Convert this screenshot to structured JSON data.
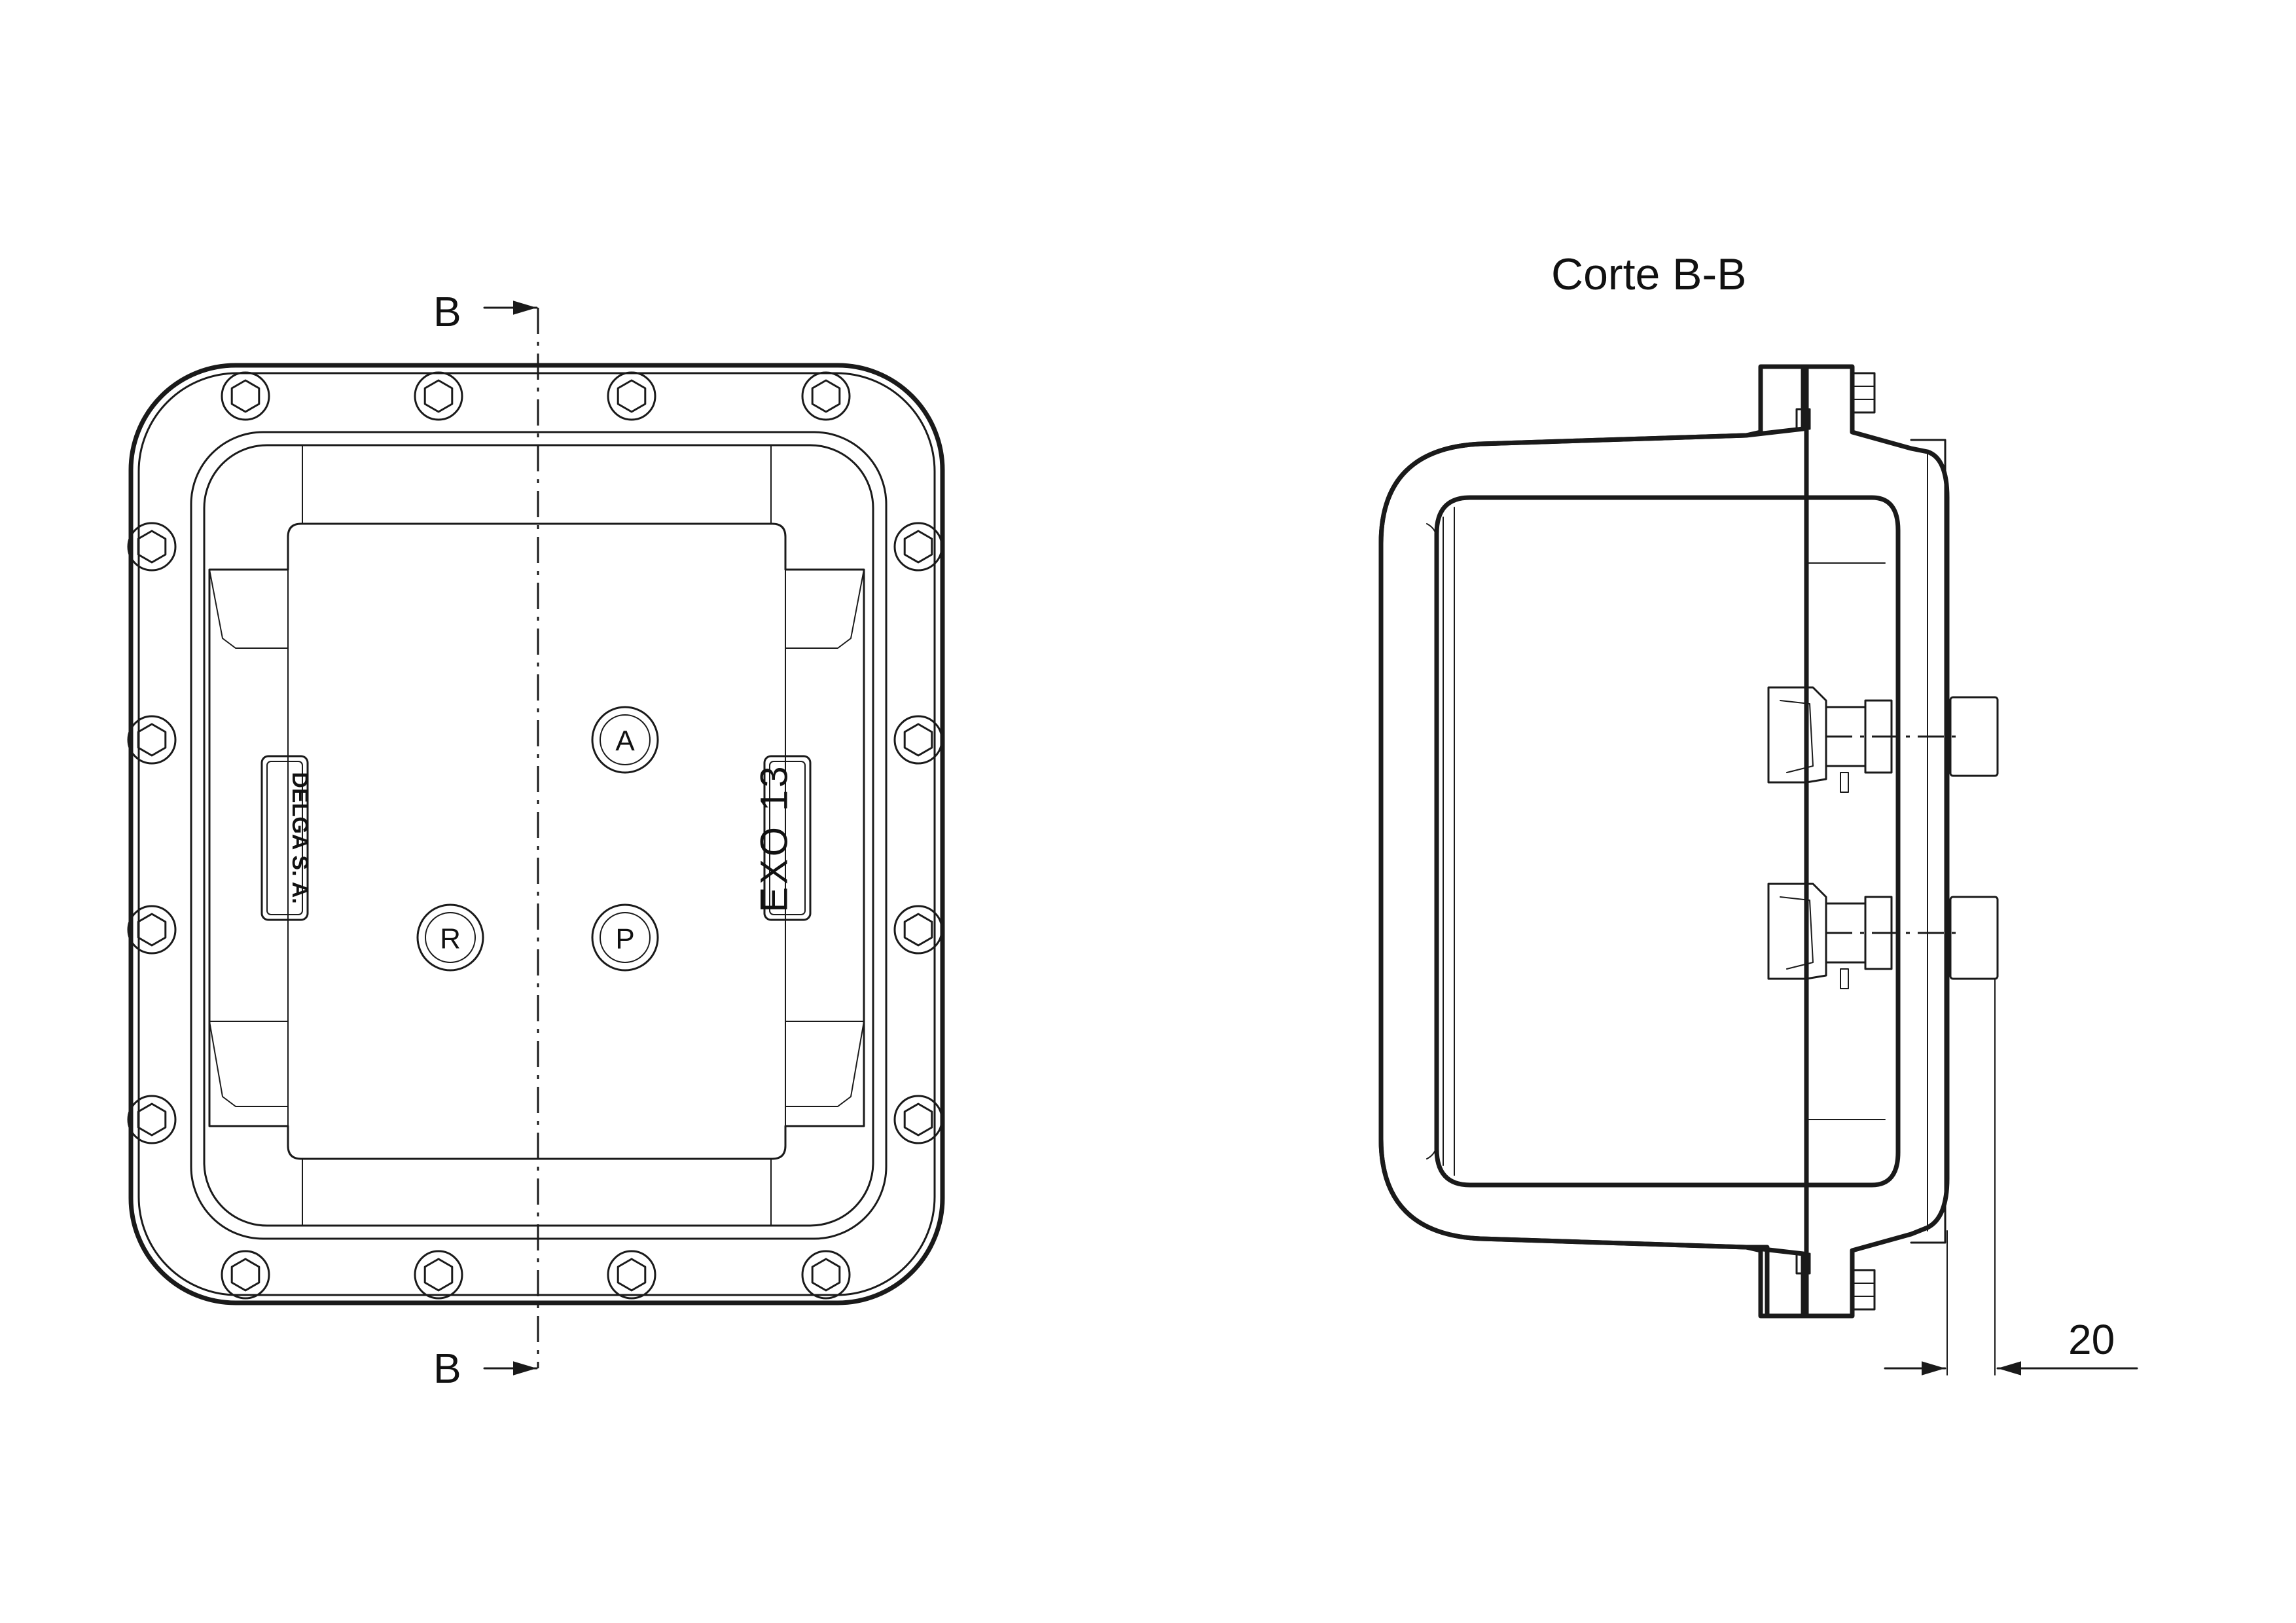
{
  "front_view": {
    "section_marker_top": "B",
    "section_marker_bottom": "B",
    "nameplate_left": "DELGA S. A.",
    "nameplate_right": "EXO 13",
    "buttons": [
      {
        "letter": "A"
      },
      {
        "letter": "R"
      },
      {
        "letter": "P"
      }
    ]
  },
  "section_view": {
    "title": "Corte B-B",
    "dimension": "20"
  },
  "colors": {
    "line": "#1a1a1a",
    "background": "#ffffff"
  }
}
